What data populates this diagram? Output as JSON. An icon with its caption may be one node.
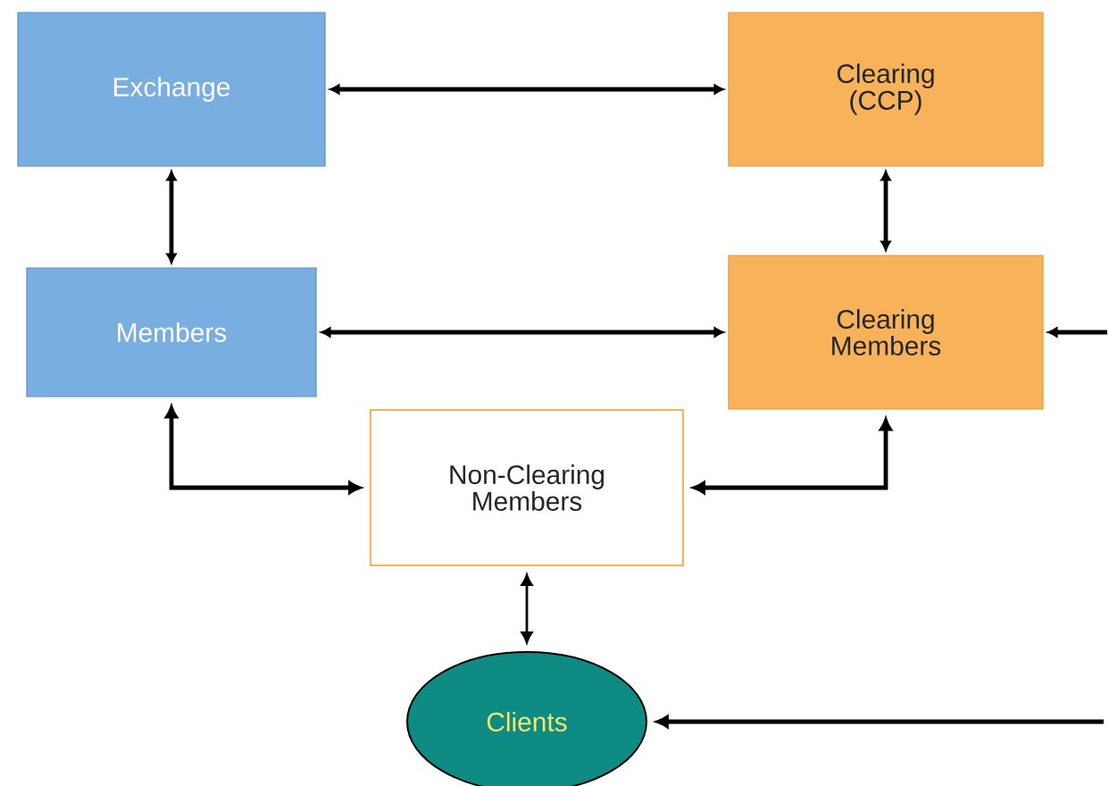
{
  "diagram": {
    "nodes": [
      {
        "text": [
          "Exchange"
        ]
      },
      {
        "text": [
          "Clearing (CCP)"
        ]
      },
      {
        "text": [
          "Members"
        ]
      },
      {
        "text": [
          "Clearing Members"
        ]
      },
      {
        "text": [
          "Non-Clearing Members"
        ]
      },
      {
        "text": [
          "Clients"
        ]
      }
    ],
    "edges": [
      {
        "from": 0,
        "to": 1,
        "arrow": "both"
      },
      {
        "from": 0,
        "to": 2,
        "arrow": "both"
      },
      {
        "from": 1,
        "to": 3,
        "arrow": "both"
      },
      {
        "from": 2,
        "to": 3,
        "arrow": "both"
      },
      {
        "from": 2,
        "to": 4,
        "arrow": "both"
      },
      {
        "from": 3,
        "to": 4,
        "arrow": "both"
      },
      {
        "from": 4,
        "to": 5,
        "arrow": "both"
      },
      {
        "from": null,
        "to": 3,
        "arrow": "to"
      },
      {
        "from": null,
        "to": 5,
        "arrow": "to"
      }
    ]
  }
}
